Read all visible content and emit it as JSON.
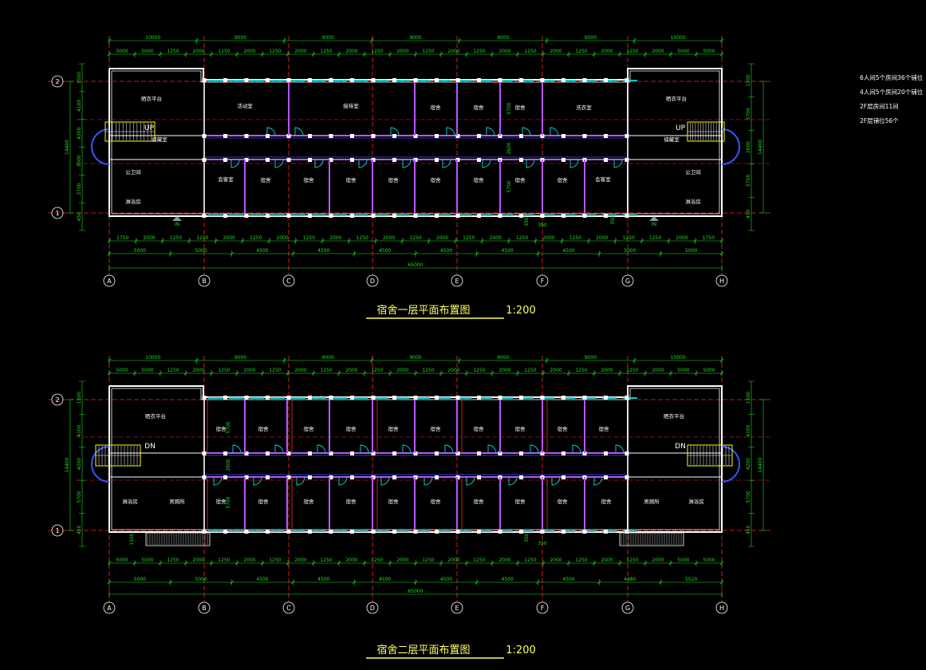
{
  "notes": [
    "6人间5个房间36个铺位",
    "4人间5个房间20个铺位",
    "2F层房间11间",
    "2F层铺位56个"
  ],
  "floor1": {
    "title": "宿舍一层平面布置图",
    "scale": "1:200",
    "total_dim": "65000",
    "top_dims_major": [
      "10000",
      "9000",
      "9000",
      "9000",
      "9000",
      "9000",
      "10000"
    ],
    "top_dims_minor": [
      "5000",
      "5000",
      "1250",
      "2000",
      "1250",
      "2000",
      "1250",
      "2000",
      "1250",
      "2000",
      "1250",
      "2000",
      "1250",
      "2000",
      "1250",
      "2000",
      "1250",
      "2000",
      "1250",
      "2000",
      "1250",
      "2000",
      "5000",
      "5000"
    ],
    "bottom_dims_minor": [
      "1750",
      "2000",
      "1250",
      "1250",
      "2000",
      "1250",
      "2000",
      "1250",
      "2000",
      "1250",
      "2000",
      "1250",
      "2000",
      "1250",
      "2000",
      "1250",
      "2000",
      "1250",
      "2000",
      "1250",
      "1250",
      "2000",
      "1750"
    ],
    "bottom_dims_major": [
      "5000",
      "5000",
      "4500",
      "4500",
      "4500",
      "4500",
      "4500",
      "4500",
      "5000",
      "5000"
    ],
    "left_dims": [
      "1500",
      "4100",
      "4200",
      "3000",
      "2700",
      "450"
    ],
    "left_total": "14400",
    "right_dims": [
      "1500",
      "5700",
      "2600",
      "5700",
      "450"
    ],
    "right_total": "14400",
    "rooms": {
      "platform_l": "晒衣平台",
      "room_a": "活动室",
      "room_b": "接待室",
      "dorm": "宿舍",
      "laundry": "洗衣室",
      "platform_r": "晒衣平台",
      "storage_l": "储藏室",
      "storage_r": "储藏室",
      "toilet_l": "公卫间",
      "toilet_r": "公卫间",
      "bath_l": "淋浴房",
      "bath_r": "淋浴房",
      "meeting_l": "会客室",
      "meeting_r": "会客室"
    },
    "up_label": "UP",
    "in_label": "IN",
    "small_dims": [
      "2600",
      "5700",
      "5700",
      "350",
      "350",
      "350"
    ]
  },
  "floor2": {
    "title": "宿舍二层平面布置图",
    "scale": "1:200",
    "total_dim": "65000",
    "top_dims_major": [
      "10000",
      "9000",
      "9000",
      "9000",
      "9000",
      "9000",
      "10000"
    ],
    "top_dims_minor": [
      "5000",
      "5000",
      "1250",
      "2000",
      "1250",
      "2000",
      "1250",
      "2000",
      "1250",
      "2000",
      "1250",
      "2000",
      "1250",
      "2000",
      "1250",
      "2000",
      "1250",
      "2000",
      "1250",
      "2000",
      "1250",
      "2000",
      "5000",
      "5000"
    ],
    "bottom_dims_minor": [
      "5000",
      "5000",
      "1250",
      "2000",
      "1250",
      "2000",
      "1250",
      "2000",
      "1250",
      "2000",
      "1250",
      "2000",
      "1250",
      "2000",
      "1250",
      "2000",
      "1250",
      "2000",
      "1250",
      "2000",
      "1250",
      "2000",
      "5000",
      "5000"
    ],
    "bottom_dims_major": [
      "5000",
      "5000",
      "4500",
      "4500",
      "4500",
      "4500",
      "4500",
      "4500",
      "4480",
      "5520"
    ],
    "left_dims": [
      "1500",
      "4100",
      "4200",
      "5700",
      "450"
    ],
    "left_total": "14400",
    "right_dims": [
      "1500",
      "4100",
      "4200",
      "5700",
      "450"
    ],
    "right_total": "14400",
    "rooms": {
      "platform_l": "晒衣平台",
      "platform_r": "晒衣平台",
      "dorm": "宿舍",
      "bath_l": "淋浴房",
      "bath_r": "淋浴房",
      "toilet_l": "男厕所",
      "toilet_r": "男厕所"
    },
    "dn_label": "DN",
    "small_dims": [
      "5700",
      "2600",
      "5700",
      "1500",
      "350",
      "350"
    ]
  },
  "axis_letters": [
    "A",
    "B",
    "C",
    "D",
    "E",
    "F",
    "G",
    "H"
  ],
  "axis_numbers": [
    "1",
    "2"
  ],
  "colors": {
    "background": "#000000",
    "wall": "#ffffff",
    "axis_line": "#ff2222",
    "dimension": "#22dd22",
    "partition": "#bb55ff",
    "window": "#00cccc",
    "door": "#00dddd",
    "title": "#ffff66",
    "stair": "#ffff00",
    "magenta_text": "#ff44ff",
    "blue": "#3355ff"
  }
}
